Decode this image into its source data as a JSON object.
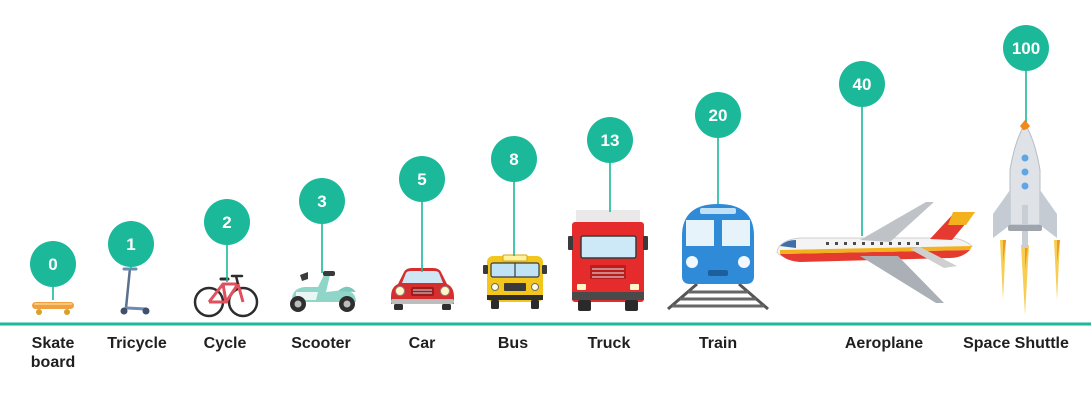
{
  "colors": {
    "accent": "#1bb99a",
    "baseline": "#1bb99a",
    "label": "#1f1f1f"
  },
  "vehicles": [
    {
      "label_lines": [
        "Skate",
        "board"
      ],
      "value": "0",
      "icon": "skateboard-icon"
    },
    {
      "label_lines": [
        "Tricycle"
      ],
      "value": "1",
      "icon": "scooter-kick-icon"
    },
    {
      "label_lines": [
        "Cycle"
      ],
      "value": "2",
      "icon": "bicycle-icon"
    },
    {
      "label_lines": [
        "Scooter"
      ],
      "value": "3",
      "icon": "vespa-scooter-icon"
    },
    {
      "label_lines": [
        "Car"
      ],
      "value": "5",
      "icon": "car-icon"
    },
    {
      "label_lines": [
        "Bus"
      ],
      "value": "8",
      "icon": "school-bus-icon"
    },
    {
      "label_lines": [
        "Truck"
      ],
      "value": "13",
      "icon": "truck-icon"
    },
    {
      "label_lines": [
        "Train"
      ],
      "value": "20",
      "icon": "train-icon"
    },
    {
      "label_lines": [
        "Aeroplane"
      ],
      "value": "40",
      "icon": "airplane-icon"
    },
    {
      "label_lines": [
        "Space Shuttle"
      ],
      "value": "100",
      "icon": "rocket-icon"
    }
  ]
}
